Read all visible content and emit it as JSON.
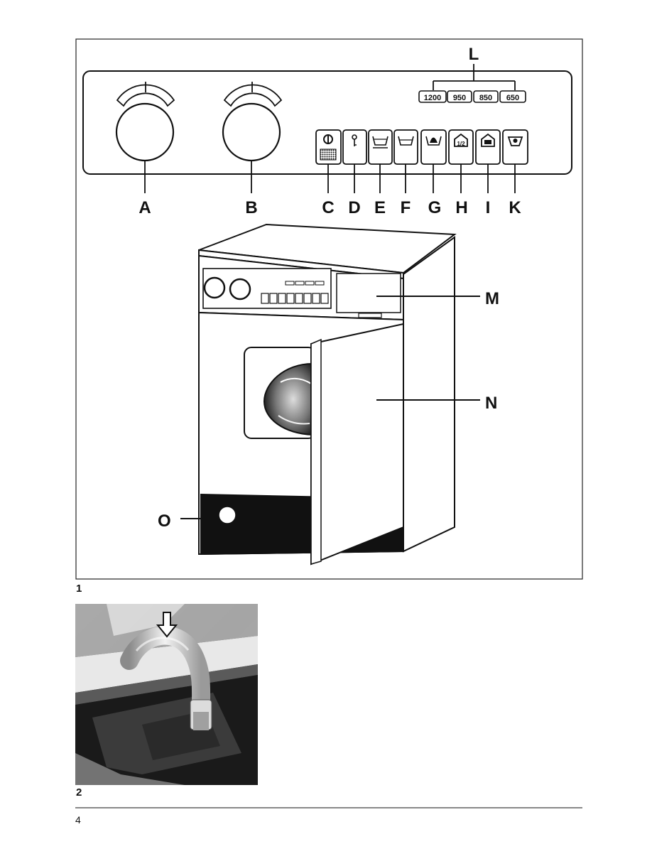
{
  "figure1": {
    "number": "1",
    "callouts": {
      "A": "A",
      "B": "B",
      "C": "C",
      "D": "D",
      "E": "E",
      "F": "F",
      "G": "G",
      "H": "H",
      "I": "I",
      "K": "K",
      "L": "L",
      "M": "M",
      "N": "N",
      "O": "O"
    },
    "spin_speeds": [
      "1200",
      "950",
      "850",
      "650"
    ],
    "button_icons": [
      "on-off-icon",
      "key-icon",
      "prewash-tub-icon",
      "wash-tub-icon",
      "stain-tub-icon",
      "half-load-icon",
      "economy-icon",
      "rinse-hold-icon"
    ]
  },
  "figure2": {
    "number": "2",
    "subject": "drain hose hooked over sink edge"
  },
  "page_number": "4"
}
